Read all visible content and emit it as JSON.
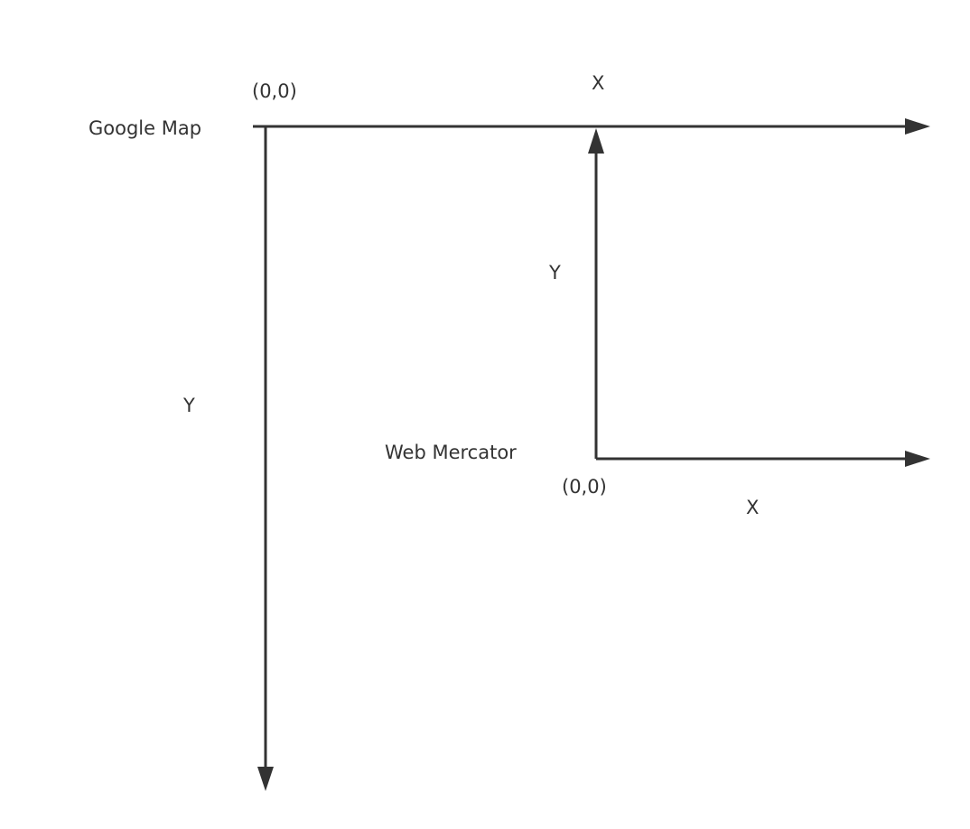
{
  "google_map": {
    "system_label": "Google Map",
    "origin_label": "(0,0)",
    "x_axis_label": "X",
    "y_axis_label": "Y"
  },
  "web_mercator": {
    "system_label": "Web Mercator",
    "origin_label": "(0,0)",
    "x_axis_label": "X",
    "y_axis_label": "Y"
  },
  "colors": {
    "ink": "#333333",
    "background": "#ffffff"
  }
}
